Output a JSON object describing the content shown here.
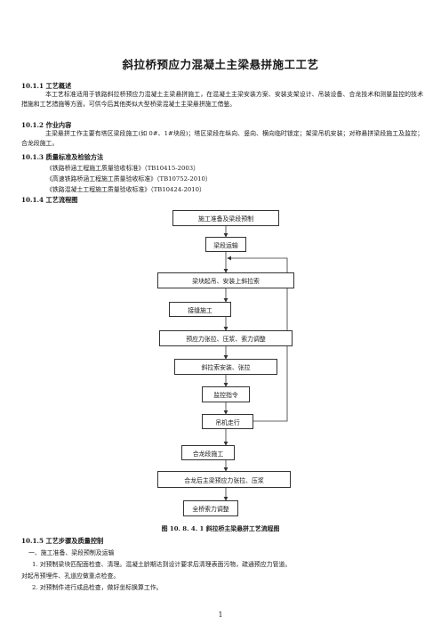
{
  "title": "斜拉桥预应力混凝土主梁悬拼施工工艺",
  "sections": {
    "s1": {
      "heading": "10.1.1 工艺概述",
      "text": "本工艺标准适用于铁路斜拉桥预应力混凝土主梁悬拼施工，在混凝土主梁安装方案、安装支架设计、吊装设备、合龙技术和测量监控的技术措施和工艺措施等方面，可供今后其他类似大型桥梁混凝土主梁悬拼施工借鉴。"
    },
    "s2": {
      "heading": "10.1.2 作业内容",
      "text": "主梁悬拼工作主要有塔区梁段施工(如 0#、1#块段)；塔区梁段在纵向、竖向、横向临时锁定；架梁吊机安装；对称悬拼梁段施工及监控；合龙段施工。"
    },
    "s3": {
      "heading": "10.1.3 质量标准及检验方法",
      "standards": [
        "《铁路桥涵工程施工质量验收标准》（TB10415-2003）",
        "《高速铁路桥涵工程施工质量验收标准》（TB10752-2010）",
        "《铁路混凝土工程施工质量验收标准》（TB10424-2010）"
      ]
    },
    "s4": {
      "heading": "10.1.4 工艺流程图"
    },
    "s5": {
      "heading": "10.1.5 工艺步骤及质量控制",
      "lines": [
        "一、施工准备、梁段预制及运输",
        "1.   对预制梁块匹配面检查、清理。混凝土龄期达到设计要求后清理表面污物，疏通预应力管道。",
        "对起吊预埋件、孔道应做重点检查。",
        "2.   对预制件进行成品检查，做好坐标换算工作。"
      ]
    }
  },
  "flow": {
    "steps": [
      "施工准备及梁段预制",
      "梁段运输",
      "梁块起吊、安装上斜拉索",
      "接缝施工",
      "预应力张拉、压浆、索力调整",
      "斜拉索安装、张拉",
      "监控指令",
      "吊机走行",
      "合龙段施工",
      "合龙后主梁预应力张拉、压浆",
      "全桥索力调整"
    ],
    "caption": "图 10. 8. 4. 1    斜拉桥主梁悬拼工艺流程图"
  },
  "page_number": "1"
}
